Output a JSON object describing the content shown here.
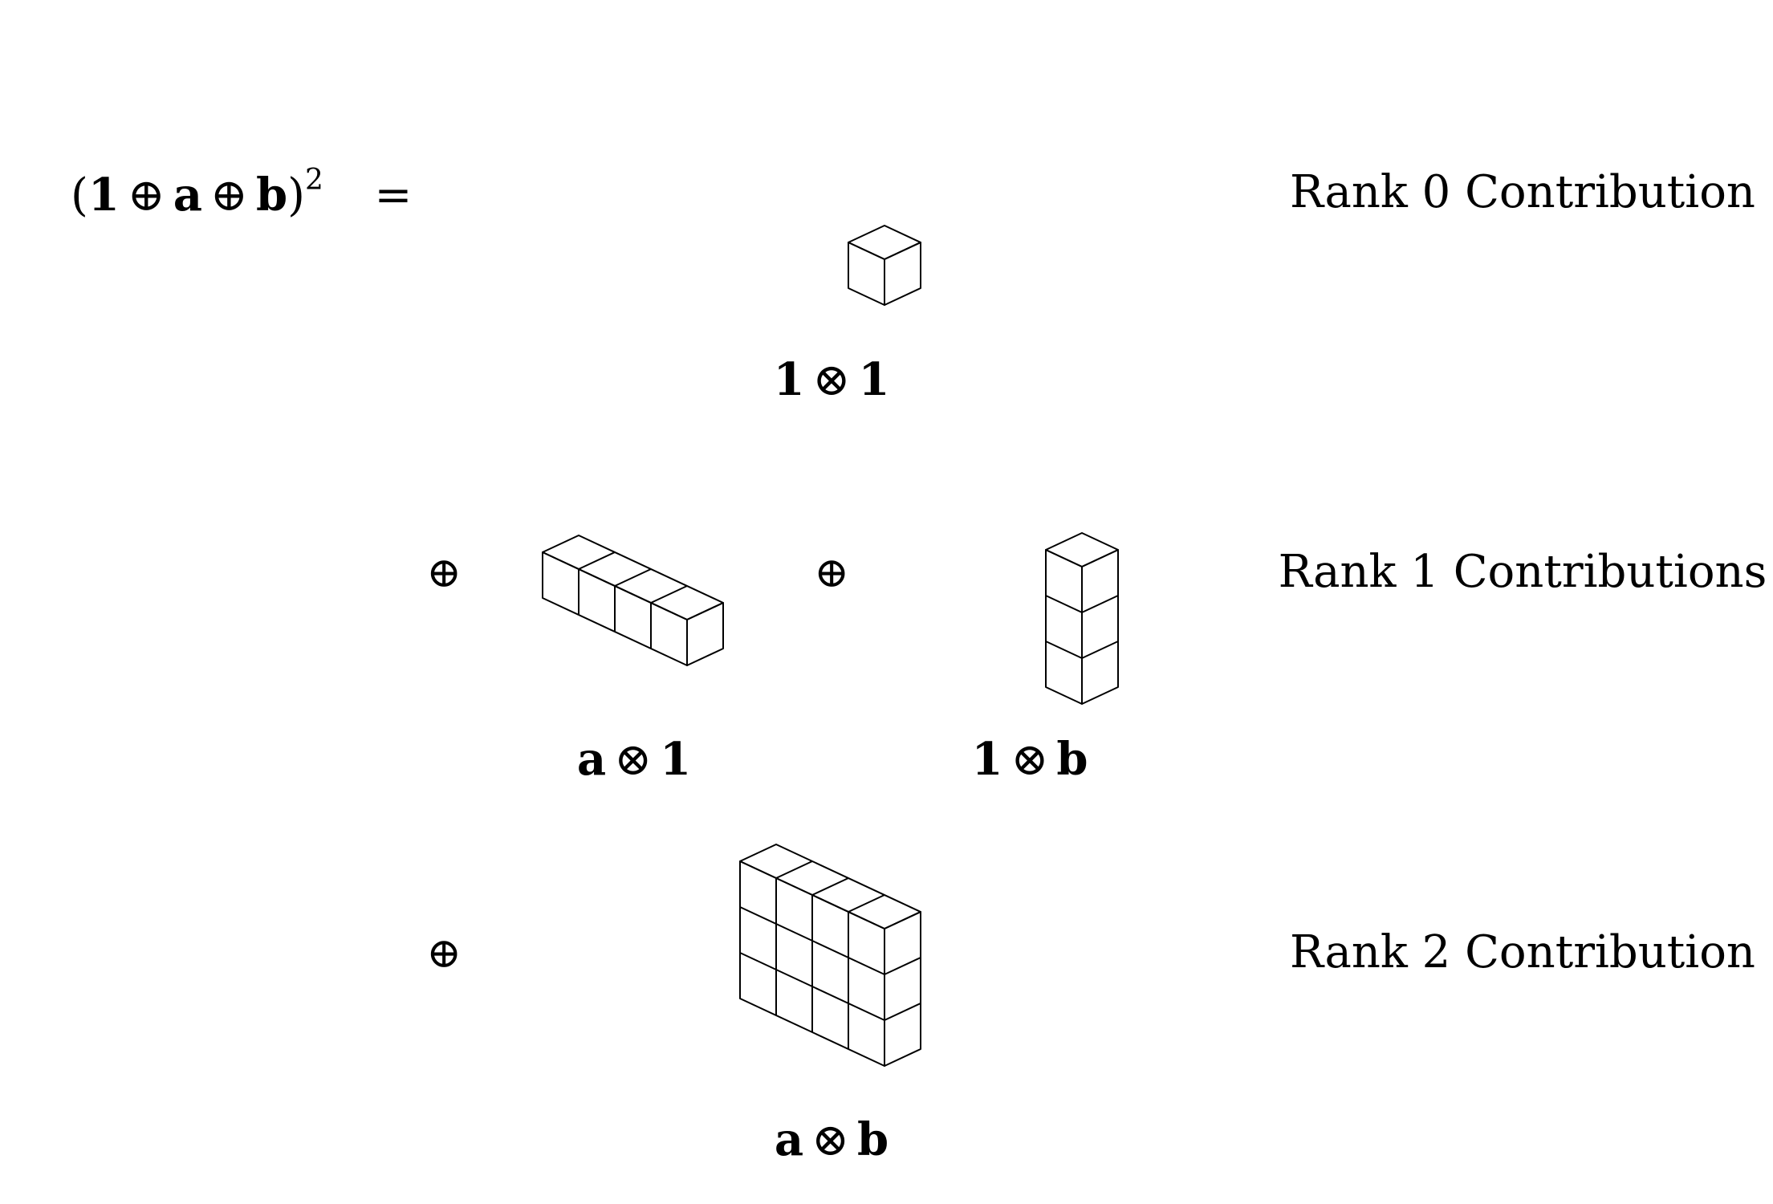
{
  "equation": {
    "lhs_open": "(",
    "lhs_one": "1",
    "lhs_oplus1": "⊕",
    "lhs_a": "a",
    "lhs_oplus2": "⊕",
    "lhs_b": "b",
    "lhs_close": ")",
    "lhs_exponent": "2",
    "equals": "="
  },
  "ranks": [
    {
      "label": "Rank 0 Contribution"
    },
    {
      "label": "Rank 1 Contributions"
    },
    {
      "label": "Rank 2 Contribution"
    }
  ],
  "operators": {
    "oplus": "⊕",
    "otimes": "⊗"
  },
  "terms": [
    {
      "left": "1",
      "op": "⊗",
      "right": "1",
      "blocks": {
        "cols": 1,
        "rows": 1
      }
    },
    {
      "left": "a",
      "op": "⊗",
      "right": "1",
      "blocks": {
        "cols": 4,
        "rows": 1
      }
    },
    {
      "left": "1",
      "op": "⊗",
      "right": "b",
      "blocks": {
        "cols": 1,
        "rows": 3
      }
    },
    {
      "left": "a",
      "op": "⊗",
      "right": "b",
      "blocks": {
        "cols": 4,
        "rows": 3
      }
    }
  ]
}
